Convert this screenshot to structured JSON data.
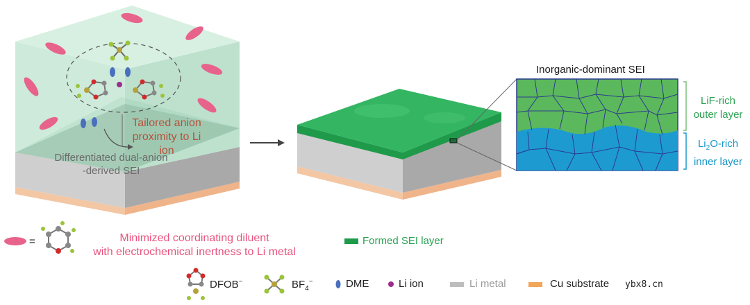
{
  "panel1": {
    "anion_label_line1": "Tailored anion",
    "anion_label_line2": "proximity to Li ion",
    "sei_label_line1": "Differentiated dual-anion",
    "sei_label_line2": "-derived SEI"
  },
  "diluent": {
    "equals": "=",
    "line1": "Minimized coordinating diluent",
    "line2": "with electrochemical inertness to Li metal"
  },
  "panel2": {
    "formed_label": "Formed SEI layer"
  },
  "panel3": {
    "title": "Inorganic-dominant SEI",
    "outer_line1": "LiF-rich",
    "outer_line2": "outer layer",
    "inner_line1_a": "Li",
    "inner_line1_sub": "2",
    "inner_line1_b": "O-rich",
    "inner_line2": "inner layer"
  },
  "legend": {
    "dfob": "DFOB",
    "dfob_sup": "−",
    "bf4": "BF",
    "bf4_sub": "4",
    "bf4_sup": "−",
    "dme": "DME",
    "li_ion": "Li ion",
    "li_metal": "Li metal",
    "cu": "Cu substrate"
  },
  "watermark": "ybx8.cn",
  "colors": {
    "electrolyte": "#bfe3cf",
    "sei_green": "#2eb05c",
    "lif_green": "#5cb85c",
    "li2o_blue": "#1d9bd1",
    "li_metal_gray": "#bdbdbd",
    "cu_orange": "#f2a65a",
    "diluent_pink": "#e8638c",
    "dme_blue": "#4a6fbf",
    "li_ion_purple": "#9b2d8f"
  }
}
